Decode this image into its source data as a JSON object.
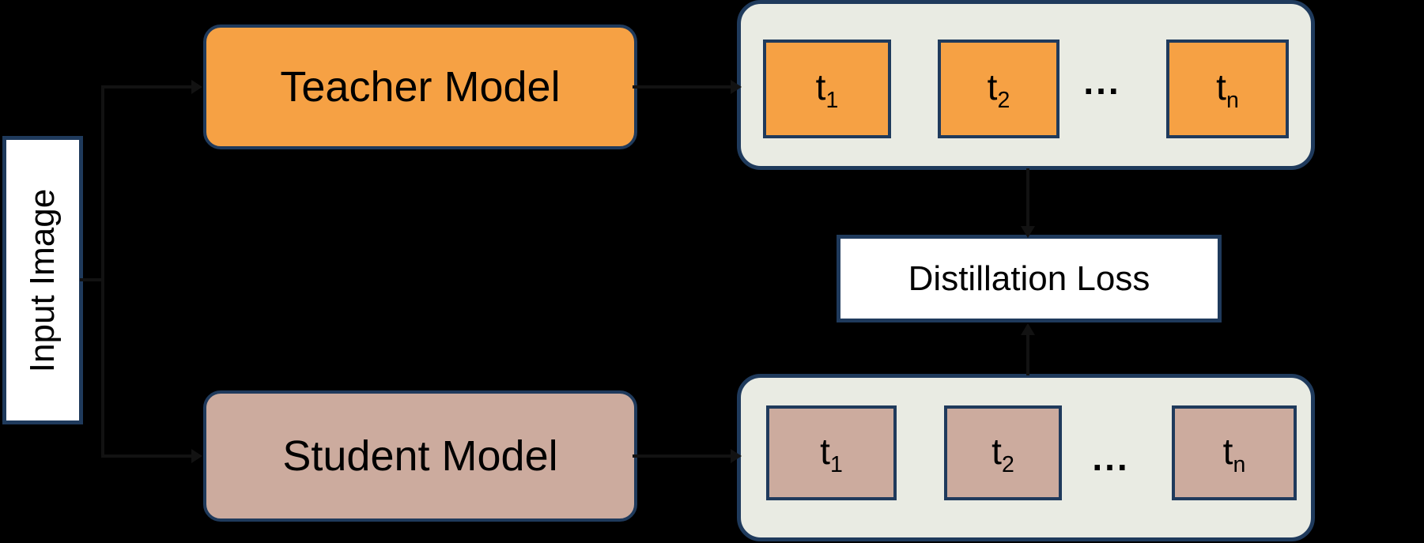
{
  "input": {
    "label": "Input Image"
  },
  "teacher": {
    "label": "Teacher Model",
    "tokens": [
      {
        "base": "t",
        "sub": "1"
      },
      {
        "base": "t",
        "sub": "2"
      },
      {
        "base": "t",
        "sub": "n"
      }
    ],
    "ellipsis": "..."
  },
  "student": {
    "label": "Student Model",
    "tokens": [
      {
        "base": "t",
        "sub": "1"
      },
      {
        "base": "t",
        "sub": "2"
      },
      {
        "base": "t",
        "sub": "n"
      }
    ],
    "ellipsis": "..."
  },
  "loss": {
    "label": "Distillation Loss"
  },
  "colors": {
    "background": "#000000",
    "teacher_fill": "#F6A144",
    "student_fill": "#CCAB9E",
    "container_fill": "#E9EBE3",
    "border_navy": "#1F3A5C",
    "loss_fill": "#FFFFFF",
    "arrow": "#121212"
  }
}
